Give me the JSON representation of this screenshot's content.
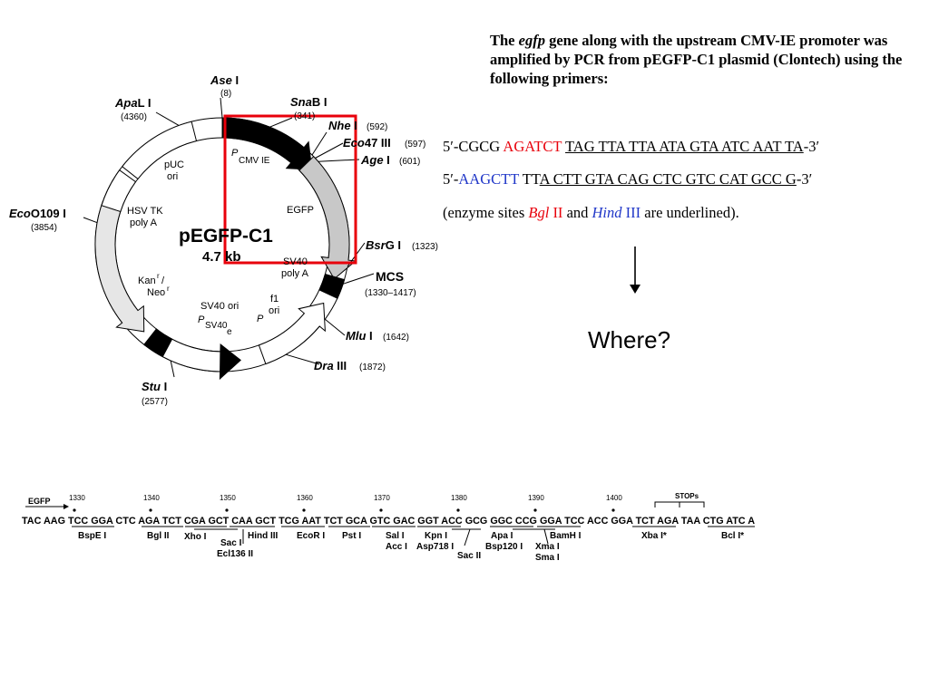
{
  "map": {
    "name": "pEGFP-C1",
    "size": "4.7 kb",
    "features": {
      "p_cmv_p": "P",
      "p_cmv_sub": "CMV IE",
      "egfp": "EGFP",
      "sv40_polya_1": "SV40",
      "sv40_polya_2": "poly A",
      "f1_1": "f1",
      "f1_2": "ori",
      "p_label": "P",
      "sv40ori": "SV40 ori",
      "psv40_p": "P",
      "psv40_sub": "SV40",
      "psv40_e": "e",
      "kan": "Kan",
      "kan_r": "r",
      "slash": "/",
      "neo": "Neo",
      "neo_r": "r",
      "hsv_1": "HSV TK",
      "hsv_2": "poly A",
      "puc_1": "pUC",
      "puc_2": "ori"
    },
    "sites": {
      "ase_it": "Ase",
      "ase_rest": " I",
      "ase_pos": "(8)",
      "snab_it": "Sna",
      "snab_rest": "B I",
      "snab_pos": "(341)",
      "nhe_it": "Nhe",
      "nhe_rest": " I",
      "nhe_pos": "(592)",
      "eco47_it": "Eco",
      "eco47_rest": "47 III",
      "eco47_pos": "(597)",
      "age_it": "Age",
      "age_rest": " I",
      "age_pos": "(601)",
      "bsrg_it": "Bsr",
      "bsrg_rest": "G I",
      "bsrg_pos": "(1323)",
      "mcs": "MCS",
      "mcs_pos": "(1330–1417)",
      "mlu_it": "Mlu",
      "mlu_rest": " I",
      "mlu_pos": "(1642)",
      "dra_it": "Dra",
      "dra_rest": " III",
      "dra_pos": "(1872)",
      "stu_it": "Stu",
      "stu_rest": " I",
      "stu_pos": "(2577)",
      "eco0109_it": "Eco",
      "eco0109_rest": "O109 I",
      "eco0109_pos": "(3854)",
      "apal_it": "Apa",
      "apal_rest": "L I",
      "apal_pos": "(4360)"
    }
  },
  "description": {
    "pre": "The ",
    "gene": "egfp",
    "post": " gene along with the upstream CMV-IE promoter was amplified by PCR from pEGFP-C1 plasmid (Clontech) using the following primers:"
  },
  "primer1": {
    "prefix": "5′-CGCG ",
    "site": "AGATCT",
    "space": " ",
    "seq": "TAG TTA TTA ATA GTA ATC AAT TA",
    "suffix": "-3′"
  },
  "primer2": {
    "prefix": "5′-",
    "site": "AAGCTT",
    "mid": " TT",
    "seq": "A CTT GTA CAG CTC GTC CAT GCC G",
    "suffix": "-3′"
  },
  "note": {
    "pre": "(enzyme sites ",
    "bgl_it": "Bgl",
    "bgl_rest": " II",
    "and": " and ",
    "hind_it": "Hind",
    "hind_rest": " III",
    "post": " are underlined)."
  },
  "where_text": "Where?",
  "mcs_strip": {
    "egfp_tag": "EGFP",
    "stops": "STOPs",
    "positions": [
      "1330",
      "1340",
      "1350",
      "1360",
      "1370",
      "1380",
      "1390",
      "1400"
    ],
    "sequence": "TAC AAG TCC GGA CTC AGA TCT CGA GCT CAA GCT TCG AAT TCT GCA GTC GAC GGT ACC GCG GGC CCG GGA TCC ACC GGA TCT AGA TAA CTG ATC A",
    "enzymes": {
      "bspe": "BspE I",
      "bgl": "Bgl II",
      "xho": "Xho I",
      "sac": "Sac I",
      "ecl": "Ecl136 II",
      "hind": "Hind III",
      "eco": "EcoR I",
      "pst": "Pst I",
      "sal": "Sal I",
      "acc": "Acc I",
      "kpn": "Kpn I",
      "asp": "Asp718 I",
      "sac2": "Sac II",
      "apa": "Apa I",
      "bsp120": "Bsp120 I",
      "bam": "BamH I",
      "xma": "Xma I",
      "sma": "Sma I",
      "xba": "Xba I*",
      "bcl": "Bcl I*"
    }
  },
  "colors": {
    "highlight_box": "#e8000b",
    "site_red": "#e8000b",
    "site_blue": "#1f36c8",
    "egfp_arrow": "#c8c8c8",
    "kan_arrow": "#e6e6e6"
  }
}
